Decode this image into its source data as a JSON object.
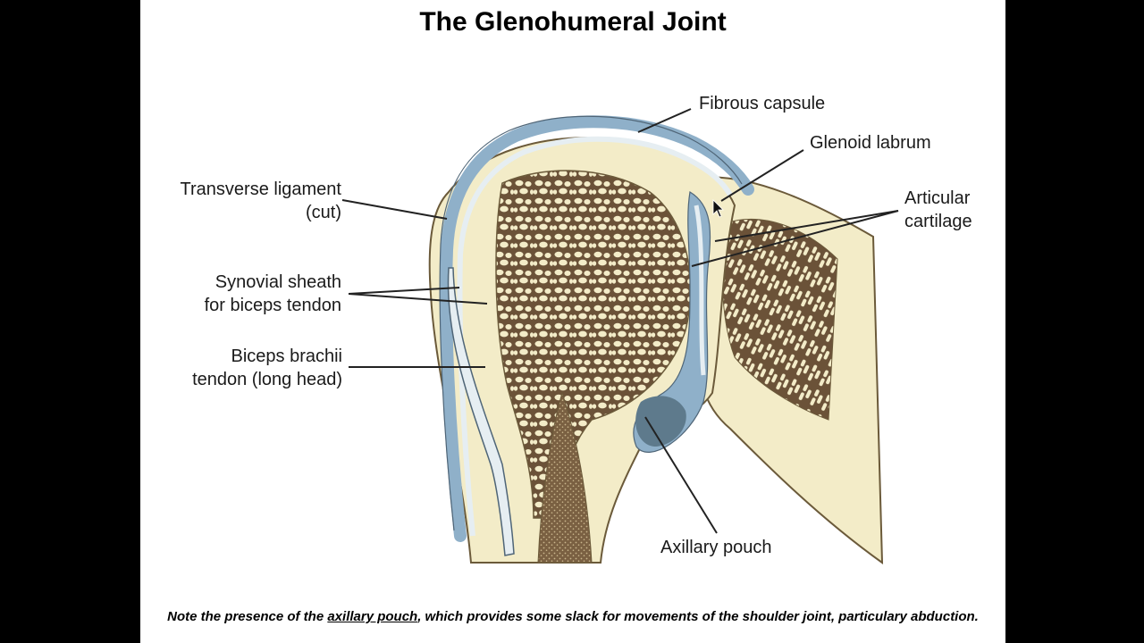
{
  "title": "The Glenohumeral Joint",
  "labels": {
    "fibrous_capsule": "Fibrous capsule",
    "glenoid_labrum": "Glenoid labrum",
    "transverse_ligament_1": "Transverse ligament",
    "transverse_ligament_2": "(cut)",
    "articular_cartilage_1": "Articular",
    "articular_cartilage_2": "cartilage",
    "synovial_sheath_1": "Synovial sheath",
    "synovial_sheath_2": "for biceps tendon",
    "biceps_1": "Biceps brachii",
    "biceps_2": "tendon (long head)",
    "axillary_pouch": "Axillary pouch"
  },
  "caption": {
    "before": "Note the presence of the ",
    "term": "axillary pouch",
    "after": ", which provides some slack for movements of the shoulder joint, particulary abduction."
  },
  "colors": {
    "bone": "#f3ecc8",
    "bone_outline": "#6b5a3a",
    "trabecular": "#6b5238",
    "capsule_blue": "#8fb0c9",
    "cartilage": "#e6eef2",
    "synovial_dark": "#5e7a8c"
  }
}
